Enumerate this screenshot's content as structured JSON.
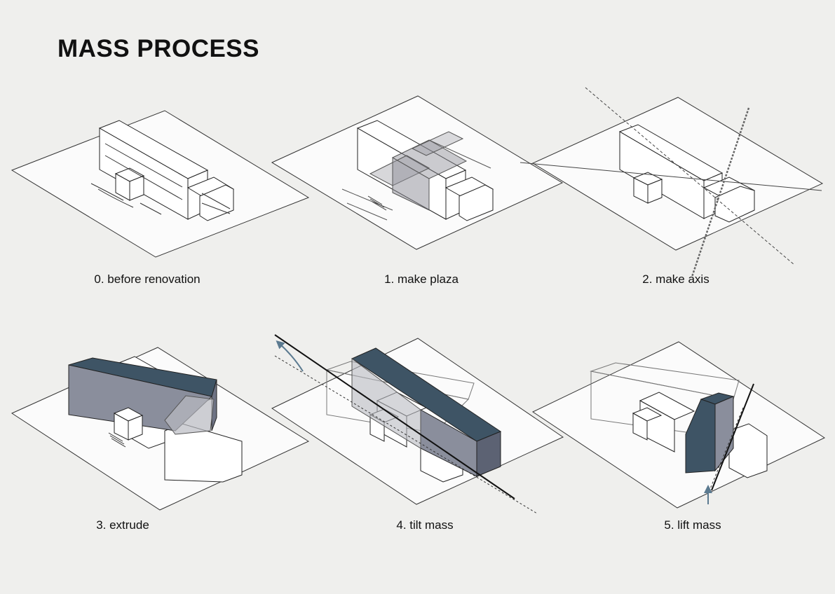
{
  "title": "MASS PROCESS",
  "steps": [
    {
      "label": "0. before renovation"
    },
    {
      "label": "1. make plaza"
    },
    {
      "label": "2. make axis"
    },
    {
      "label": "3. extrude"
    },
    {
      "label": "4. tilt mass"
    },
    {
      "label": "5. lift mass"
    }
  ],
  "colors": {
    "background": "#efefed",
    "mass_dark": "#3e5465",
    "mass_side": "#8a8e9c",
    "mass_light": "#b9bac2",
    "plaza_gray": "#8c8c95",
    "arrow": "#5b7a90"
  }
}
